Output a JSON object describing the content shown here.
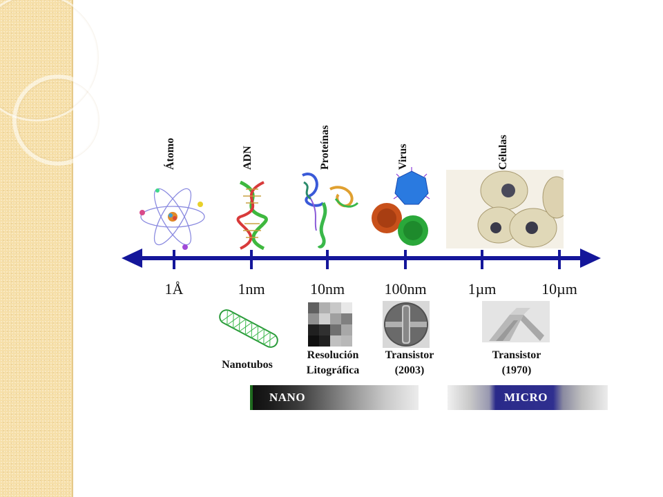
{
  "scale": {
    "ticks": [
      "1Å",
      "1nm",
      "10nm",
      "100nm",
      "1µm",
      "10µm"
    ],
    "arrow_color": "#14169a"
  },
  "objects_above": [
    {
      "label": "Átomo"
    },
    {
      "label": "ADN"
    },
    {
      "label": "Proteínas"
    },
    {
      "label": "Virus"
    },
    {
      "label": "Células"
    }
  ],
  "objects_below": [
    {
      "line1": "Nanotubos",
      "line2": ""
    },
    {
      "line1": "Resolución",
      "line2": "Litográfica"
    },
    {
      "line1": "Transistor",
      "line2": "(2003)"
    },
    {
      "line1": "Transistor",
      "line2": "(1970)"
    }
  ],
  "bars": {
    "nano": "NANO",
    "micro": "MICRO"
  },
  "colors": {
    "side_band": "#f6dfa8",
    "micro_bar": "#2f2f8f",
    "nano_bar": "#1c1c1c"
  }
}
